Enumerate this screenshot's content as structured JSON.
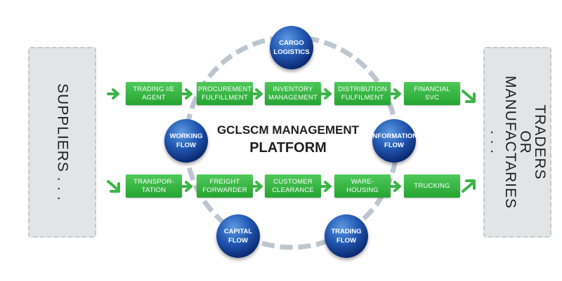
{
  "left_panel": {
    "label": "SUPPLIERS . . ."
  },
  "right_panel": {
    "label": "TRADERS\nOR\nMANUFACTARIES . . ."
  },
  "title": {
    "line1": "GCLSCM MANAGEMENT",
    "line2": "PLATFORM"
  },
  "top_row": [
    {
      "label": "TRADING I/E\nAGENT"
    },
    {
      "label": "PROCUREMENT\nFULFILLMENT"
    },
    {
      "label": "INVENTORY\nMANAGEMENT"
    },
    {
      "label": "DISTRIBUTION\nFULFILMENT"
    },
    {
      "label": "FINANCIAL\nSVC"
    }
  ],
  "bottom_row": [
    {
      "label": "TRANSPOR-\nTATION"
    },
    {
      "label": "FREIGHT\nFORWARDER"
    },
    {
      "label": "CUSTOMER\nCLEARANCE"
    },
    {
      "label": "WARE-\nHOUSING"
    },
    {
      "label": "TRUCKING"
    }
  ],
  "flows": {
    "cargo": "CARGO\nLOGISTICS",
    "working": "WORKING\nFLOW",
    "information": "INFORMATION\nFLOW",
    "capital": "CAPITAL\nFLOW",
    "trading": "TRADING\nFLOW"
  },
  "colors": {
    "stage_green": "#2fae3a",
    "arrow_green": "#3cb546",
    "circle_blue": "#1d4fa3",
    "ring_gray": "#bcc6cf",
    "panel_gray": "#e3e4e6"
  }
}
